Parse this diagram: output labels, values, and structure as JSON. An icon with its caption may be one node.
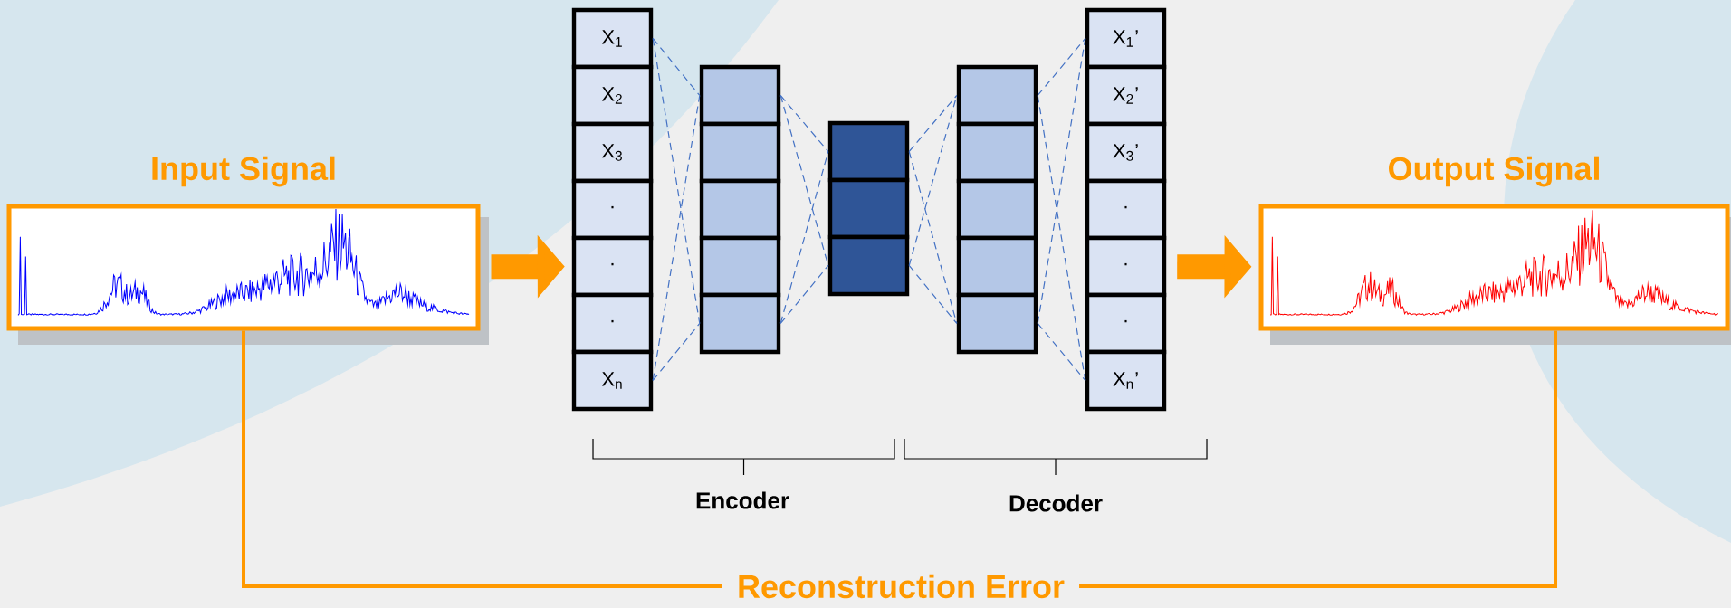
{
  "diagram": {
    "nodes": [
      {
        "text": [
          "Input Signal"
        ]
      },
      {
        "text": [
          "X$_{1}$"
        ]
      },
      {
        "text": [
          "X$_{2}$"
        ]
      },
      {
        "text": [
          "X$_{3}$"
        ]
      },
      {
        "text": [
          "·"
        ]
      },
      {
        "text": [
          "·"
        ]
      },
      {
        "text": [
          "·"
        ]
      },
      {
        "text": [
          "X$_{n}$"
        ]
      },
      {
        "text": [],
        "shape": "box"
      },
      {
        "text": [],
        "shape": "box"
      },
      {
        "text": [],
        "shape": "box"
      },
      {
        "text": [],
        "shape": "box"
      },
      {
        "text": [],
        "shape": "box"
      },
      {
        "text": [],
        "shape": "box"
      },
      {
        "text": [],
        "shape": "box"
      },
      {
        "text": [],
        "shape": "box"
      },
      {
        "text": [],
        "shape": "box"
      },
      {
        "text": [],
        "shape": "box"
      },
      {
        "text": [],
        "shape": "box"
      },
      {
        "text": [],
        "shape": "box"
      },
      {
        "text": [],
        "shape": "box"
      },
      {
        "text": [
          "X$_{1}$’"
        ]
      },
      {
        "text": [
          "X$_{2}$’"
        ]
      },
      {
        "text": [
          "X$_{3}$’"
        ]
      },
      {
        "text": [
          "·"
        ]
      },
      {
        "text": [
          "·"
        ]
      },
      {
        "text": [
          "·"
        ]
      },
      {
        "text": [
          "X$_{n}$’"
        ]
      },
      {
        "text": [
          "Output Signal"
        ]
      }
    ],
    "edges": [
      {
        "from": 0,
        "to": 5,
        "arrow": "to",
        "style": "thick",
        "color": "#ff9900"
      },
      {
        "from": 1,
        "to": 8,
        "arrow": "none",
        "style": "dashed"
      },
      {
        "from": 1,
        "to": 12,
        "arrow": "none",
        "style": "dashed"
      },
      {
        "from": 7,
        "to": 8,
        "arrow": "none",
        "style": "dashed"
      },
      {
        "from": 7,
        "to": 12,
        "arrow": "none",
        "style": "dashed"
      },
      {
        "from": 8,
        "to": 13,
        "arrow": "none",
        "style": "dashed"
      },
      {
        "from": 8,
        "to": 15,
        "arrow": "none",
        "style": "dashed"
      },
      {
        "from": 12,
        "to": 13,
        "arrow": "none",
        "style": "dashed"
      },
      {
        "from": 12,
        "to": 15,
        "arrow": "none",
        "style": "dashed"
      },
      {
        "from": 13,
        "to": 16,
        "arrow": "none",
        "style": "dashed"
      },
      {
        "from": 13,
        "to": 20,
        "arrow": "none",
        "style": "dashed"
      },
      {
        "from": 15,
        "to": 16,
        "arrow": "none",
        "style": "dashed"
      },
      {
        "from": 15,
        "to": 20,
        "arrow": "none",
        "style": "dashed"
      },
      {
        "from": 16,
        "to": 21,
        "arrow": "none",
        "style": "dashed"
      },
      {
        "from": 16,
        "to": 27,
        "arrow": "none",
        "style": "dashed"
      },
      {
        "from": 20,
        "to": 21,
        "arrow": "none",
        "style": "dashed"
      },
      {
        "from": 20,
        "to": 27,
        "arrow": "none",
        "style": "dashed"
      },
      {
        "from": 25,
        "to": 28,
        "arrow": "to",
        "style": "thick",
        "color": "#ff9900"
      },
      {
        "from": 0,
        "to": 28,
        "arrow": "none",
        "label": "Reconstruction Error",
        "color": "#ff9900"
      }
    ],
    "labels": [
      "Encoder",
      "Decoder"
    ]
  }
}
